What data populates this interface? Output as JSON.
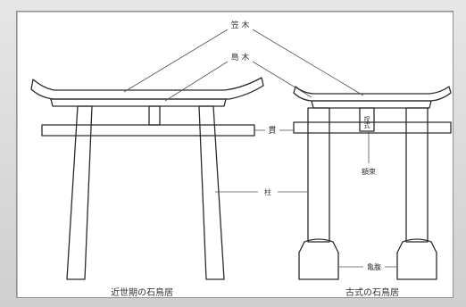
{
  "labels": {
    "kasagi": "笠 木",
    "shimaki": "島 木",
    "nuki": "貫",
    "hashira": "柱",
    "gakuzuka": "額束",
    "kamebara": "亀腹",
    "kanji_on_block": "扠式"
  },
  "captions": {
    "left": "近世期の石鳥居",
    "right": "古式の石鳥居"
  },
  "colors": {
    "ink": "#2a2a2a",
    "line": "#555555",
    "panel": "#ffffff"
  }
}
